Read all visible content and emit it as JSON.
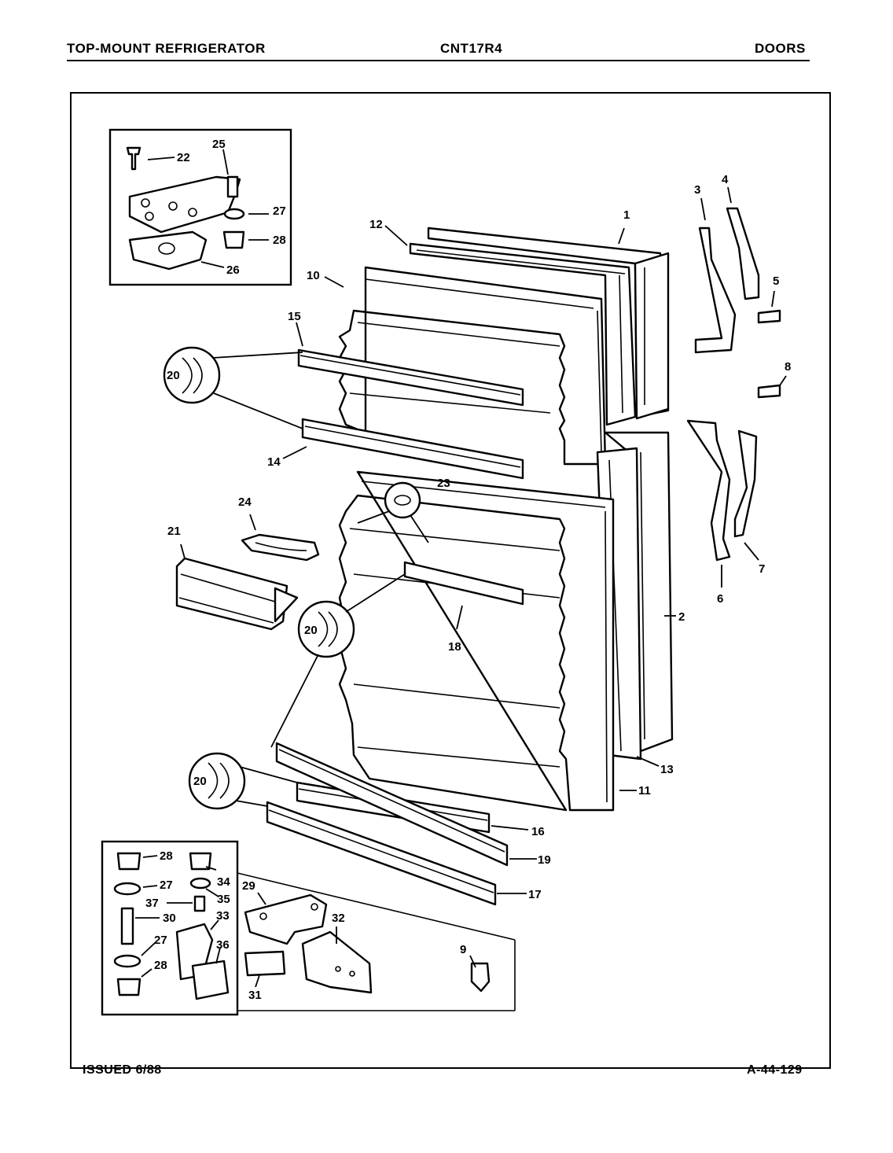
{
  "header": {
    "left": "TOP-MOUNT REFRIGERATOR",
    "center": "CNT17R4",
    "right": "DOORS"
  },
  "footer": {
    "issued": "ISSUED 6/88",
    "code": "A-44-129"
  },
  "callouts": {
    "p1": "1",
    "p2": "2",
    "p3": "3",
    "p4": "4",
    "p5": "5",
    "p6": "6",
    "p7": "7",
    "p8": "8",
    "p9": "9",
    "p10": "10",
    "p11": "11",
    "p12": "12",
    "p13": "13",
    "p14": "14",
    "p15": "15",
    "p16": "16",
    "p17": "17",
    "p18": "18",
    "p19": "19",
    "p20": "20",
    "p21": "21",
    "p22": "22",
    "p23": "23",
    "p24": "24",
    "p25": "25",
    "p26": "26",
    "p27": "27",
    "p28": "28",
    "p29": "29",
    "p30": "30",
    "p31": "31",
    "p32": "32",
    "p33": "33",
    "p34": "34",
    "p35": "35",
    "p36": "36",
    "p37": "37"
  }
}
